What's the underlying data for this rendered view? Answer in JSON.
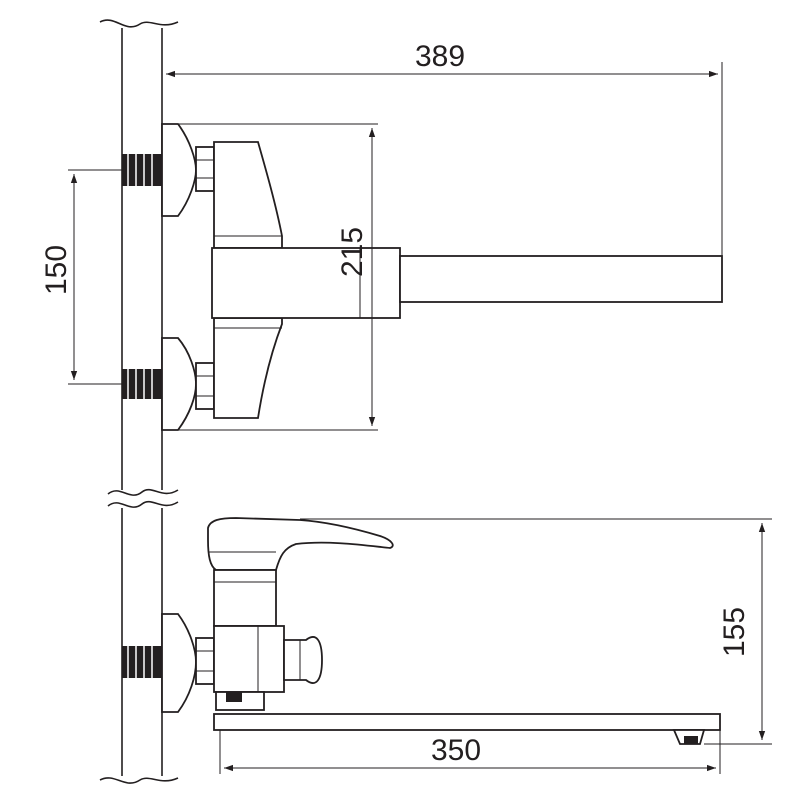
{
  "dimensions": {
    "overall_reach": "389",
    "inlet_spacing": "150",
    "body_height": "215",
    "handle_height": "155",
    "spout_length": "350"
  },
  "colors": {
    "line": "#231f20",
    "background": "#ffffff"
  }
}
